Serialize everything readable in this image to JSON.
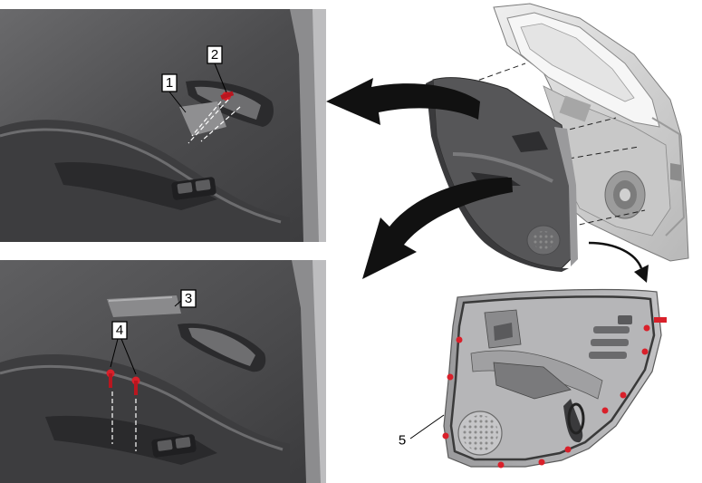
{
  "callouts": {
    "c1": "1",
    "c2": "2",
    "c3": "3",
    "c4": "4",
    "c5": "5"
  },
  "colors": {
    "fastener": "#d9202a",
    "panel_dark": "#5a5a5c",
    "panel_mid": "#7b7b7d",
    "panel_light": "#a9a9ab",
    "door_shell": "#d7d7d7",
    "arrow": "#111111"
  }
}
